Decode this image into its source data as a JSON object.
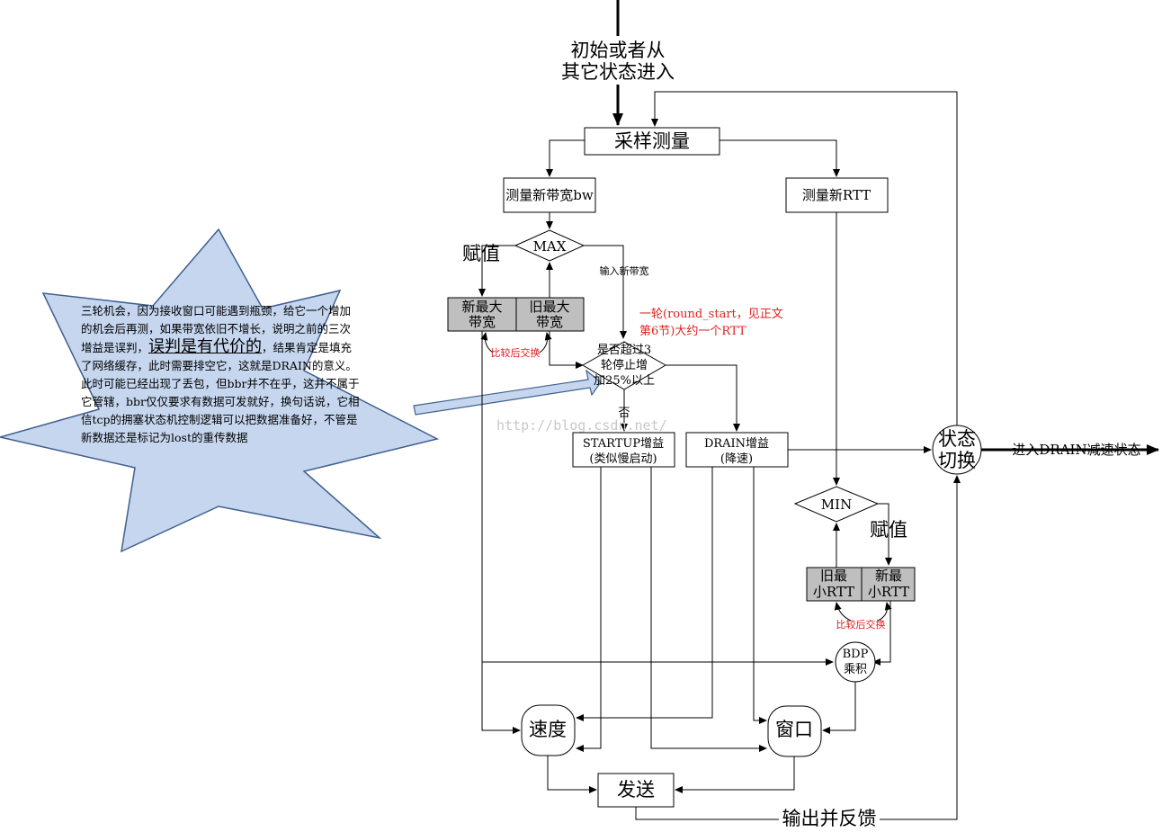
{
  "nodes": {
    "entry": "初始或者从",
    "entry_2": "其它状态进入",
    "sampling": "采样测量",
    "measure_bw": "测量新带宽bw",
    "measure_rtt": "测量新RTT",
    "max": "MAX",
    "min": "MIN",
    "new_max_bw": [
      "新最大",
      "带宽"
    ],
    "old_max_bw": [
      "旧最大",
      "带宽"
    ],
    "old_min_rtt": [
      "旧最",
      "小RTT"
    ],
    "new_min_rtt": [
      "新最",
      "小RTT"
    ],
    "decision": [
      "是否超过3",
      "轮停止增",
      "加25%以上"
    ],
    "startup_gain": [
      "STARTUP增益",
      "(类似慢启动)"
    ],
    "drain_gain": [
      "DRAIN增益",
      "(降速)"
    ],
    "state_switch": [
      "状态",
      "切换"
    ],
    "bdp": [
      "BDP",
      "乘积"
    ],
    "rate": "速度",
    "window": "窗口",
    "send": "发送"
  },
  "labels": {
    "assign_left": "赋值",
    "assign_right": "赋值",
    "input_new_bw": "输入新带宽",
    "compare_swap_left": "比较后交换",
    "compare_swap_right": "比较后交换",
    "no": "否",
    "enter_drain": "进入DRAIN减速状态",
    "output_feedback": "输出并反馈",
    "round_note": [
      "一轮(round_start，见正文",
      "第6节)大约一个RTT"
    ],
    "watermark": "http://blog.csdn.net/"
  },
  "callout": {
    "line1": "三轮机会，因为接收窗口可能遇到瓶颈，给它一个增加的机会后再测，如果带宽依旧不增长，说明之前的三次增益是误判，",
    "highlight": "误判是有代价的",
    "line2": "，结果肯定是填充了网络缓存，此时需要排空它，这就是DRAIN的意义。",
    "line3": "此时可能已经出现了丢包，但bbr并不在乎，这并不属于它管辖，bbr仅仅要求有数据可发就好，换句话说，它相信tcp的拥塞状态机控制逻辑可以把数据准备好，不管是新数据还是标记为lost的重传数据"
  },
  "colors": {
    "star_fill": "#c5d6ee",
    "star_stroke": "#3f5f8f",
    "arrow_fill": "#c5d6ee",
    "gray_box": "#bfbfbf",
    "note_red": "#e02020"
  }
}
